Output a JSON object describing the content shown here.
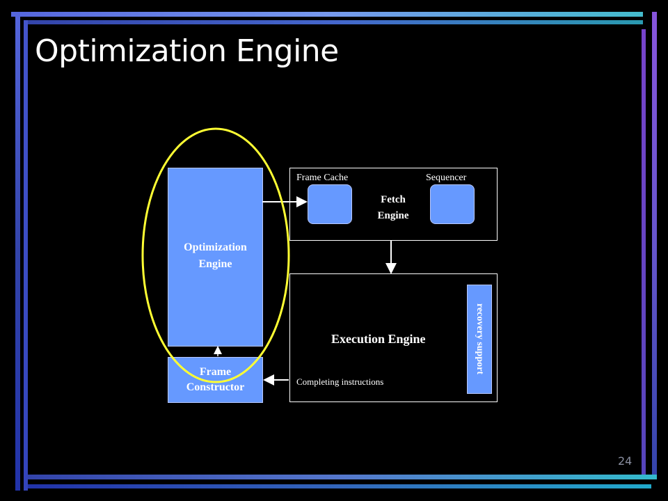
{
  "slide": {
    "title": "Optimization Engine",
    "page_number": "24"
  },
  "diagram": {
    "optimization_engine": {
      "line1": "Optimization",
      "line2": "Engine"
    },
    "frame_constructor": {
      "line1": "Frame",
      "line2": "Constructor"
    },
    "fetch_engine": {
      "line1": "Fetch",
      "line2": "Engine",
      "frame_cache_label": "Frame Cache",
      "sequencer_label": "Sequencer"
    },
    "execution_engine": {
      "label": "Execution Engine",
      "completing_label": "Completing instructions",
      "recovery_label": "recovery support"
    },
    "colors": {
      "box_blue": "#6699ff",
      "highlight_ellipse": "#ffff33",
      "arrows": "#ffffff"
    }
  }
}
